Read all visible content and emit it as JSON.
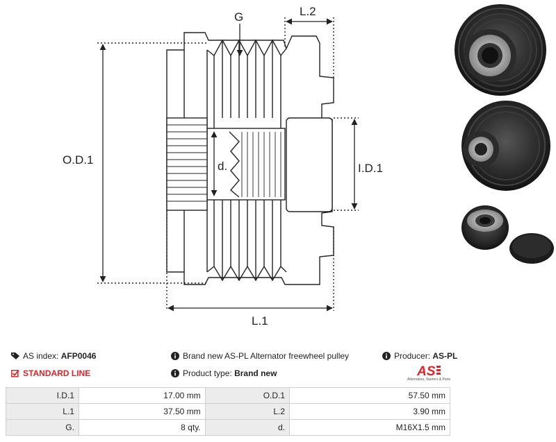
{
  "diagram": {
    "labels": {
      "g": "G",
      "l2": "L.2",
      "od1": "O.D.1",
      "id1": "I.D.1",
      "d": "d.",
      "l1": "L.1"
    }
  },
  "info": {
    "as_index_label": "AS index:",
    "as_index_value": "AFP0046",
    "line_label": "STANDARD LINE",
    "description": "Brand new AS-PL Alternator freewheel pulley",
    "product_type_label": "Product type:",
    "product_type_value": "Brand new",
    "producer_label": "Producer:",
    "producer_value": "AS-PL"
  },
  "logo": {
    "mark": "AS",
    "tagline": "Alternators, Starters & Parts"
  },
  "specs": [
    {
      "label1": "I.D.1",
      "value1": "17.00 mm",
      "label2": "O.D.1",
      "value2": "57.50 mm"
    },
    {
      "label1": "L.1",
      "value1": "37.50 mm",
      "label2": "L.2",
      "value2": "3.90 mm"
    },
    {
      "label1": "G.",
      "value1": "8 qty.",
      "label2": "d.",
      "value2": "M16X1.5 mm"
    }
  ],
  "colors": {
    "accent": "#d9262c",
    "label_bg": "#ececec",
    "border": "#cfcfcf"
  }
}
